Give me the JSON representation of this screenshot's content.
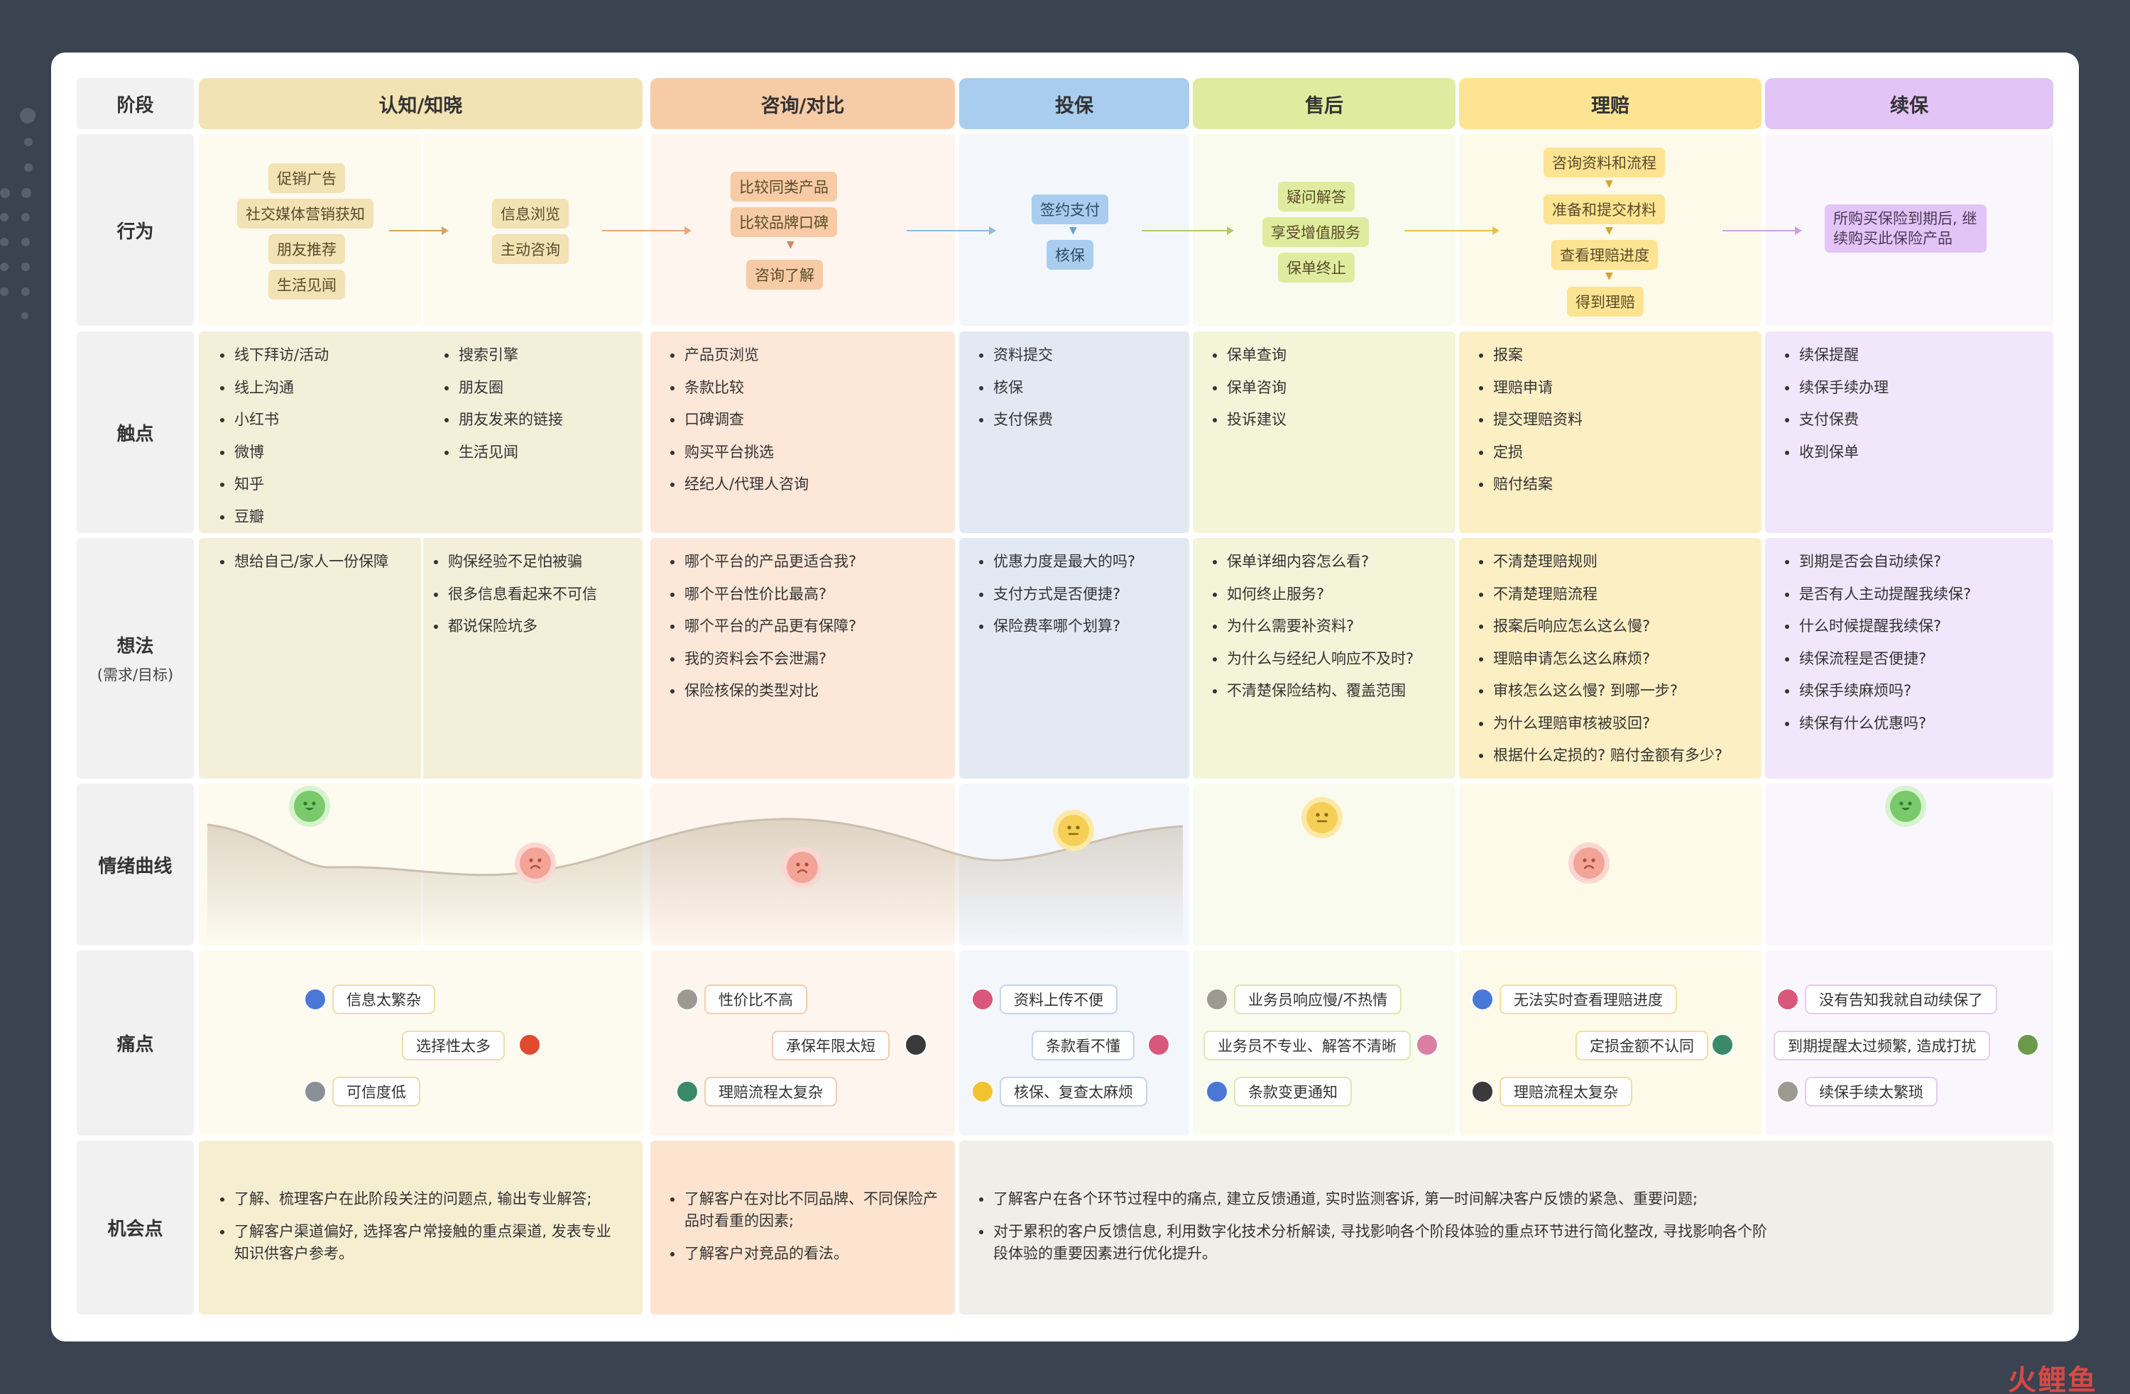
{
  "stages": [
    {
      "id": "awareness",
      "label": "认知/知晓",
      "color": "#f3e2b3",
      "bg": "#fbf6e0"
    },
    {
      "id": "consult",
      "label": "咨询/对比",
      "color": "#f7cba5",
      "bg": "#fde8d8"
    },
    {
      "id": "insure",
      "label": "投保",
      "color": "#a9cdee",
      "bg": "#e2e9f3"
    },
    {
      "id": "aftersale",
      "label": "售后",
      "color": "#dfec9f",
      "bg": "#f2f5d6"
    },
    {
      "id": "claim",
      "label": "理赔",
      "color": "#fde492",
      "bg": "#fcf0c4"
    },
    {
      "id": "renew",
      "label": "续保",
      "color": "#e3c4f6",
      "bg": "#f4e8fb"
    }
  ],
  "rows": {
    "stage": "阶段",
    "behavior": "行为",
    "touchpoint": "触点",
    "thought": "想法",
    "thought_sub": "(需求/目标)",
    "emotion": "情绪曲线",
    "pain": "痛点",
    "opportunity": "机会点"
  },
  "behavior": {
    "a1": [
      "促销广告",
      "社交媒体营销获知",
      "朋友推荐",
      "生活见闻"
    ],
    "a2": [
      "信息浏览",
      "主动咨询"
    ],
    "c": [
      "比较同类产品",
      "比较品牌口碑",
      "咨询了解"
    ],
    "i": [
      "签约支付",
      "核保"
    ],
    "s": [
      "疑问解答",
      "享受增值服务",
      "保单终止"
    ],
    "cl": [
      "咨询资料和流程",
      "准备和提交材料",
      "查看理赔进度",
      "得到理赔"
    ],
    "r": "所购买保险到期后, 继续购买此保险产品"
  },
  "touchpoints": {
    "a1": [
      "线下拜访/活动",
      "线上沟通",
      "小红书",
      "微博",
      "知乎",
      "豆瓣"
    ],
    "a2": [
      "搜索引擎",
      "朋友圈",
      "朋友发来的链接",
      "生活见闻"
    ],
    "c": [
      "产品页浏览",
      "条款比较",
      "口碑调查",
      "购买平台挑选",
      "经纪人/代理人咨询"
    ],
    "i": [
      "资料提交",
      "核保",
      "支付保费"
    ],
    "s": [
      "保单查询",
      "保单咨询",
      "投诉建议"
    ],
    "cl": [
      "报案",
      "理赔申请",
      "提交理赔资料",
      "定损",
      "赔付结案"
    ],
    "r": [
      "续保提醒",
      "续保手续办理",
      "支付保费",
      "收到保单"
    ]
  },
  "thoughts": {
    "a1": [
      "想给自己/家人一份保障"
    ],
    "a2": [
      "购保经验不足怕被骗",
      "很多信息看起来不可信",
      "都说保险坑多"
    ],
    "c": [
      "哪个平台的产品更适合我?",
      "哪个平台性价比最高?",
      "哪个平台的产品更有保障?",
      "我的资料会不会泄漏?",
      "保险核保的类型对比"
    ],
    "i": [
      "优惠力度是最大的吗?",
      "支付方式是否便捷?",
      "保险费率哪个划算?"
    ],
    "s": [
      "保单详细内容怎么看?",
      "如何终止服务?",
      "为什么需要补资料?",
      "为什么与经纪人响应不及时?",
      "不清楚保险结构、覆盖范围"
    ],
    "cl": [
      "不清楚理赔规则",
      "不清楚理赔流程",
      "报案后响应怎么这么慢?",
      "理赔申请怎么这么麻烦?",
      "审核怎么这么慢? 到哪一步?",
      "为什么理赔审核被驳回?",
      "根据什么定损的? 赔付金额有多少?"
    ],
    "r": [
      "到期是否会自动续保?",
      "是否有人主动提醒我续保?",
      "什么时候提醒我续保?",
      "续保流程是否便捷?",
      "续保手续麻烦吗?",
      "续保有什么优惠吗?"
    ]
  },
  "emotion": {
    "points": [
      {
        "mood": "happy",
        "stage": "认知/知晓"
      },
      {
        "mood": "sad",
        "stage": "认知/知晓"
      },
      {
        "mood": "sad",
        "stage": "咨询/对比"
      },
      {
        "mood": "neutral",
        "stage": "投保"
      },
      {
        "mood": "neutral",
        "stage": "售后"
      },
      {
        "mood": "sad",
        "stage": "理赔"
      },
      {
        "mood": "happy",
        "stage": "续保"
      }
    ]
  },
  "pains": {
    "a": [
      "信息太繁杂",
      "选择性太多",
      "可信度低"
    ],
    "c": [
      "性价比不高",
      "承保年限太短",
      "理赔流程太复杂"
    ],
    "i": [
      "资料上传不便",
      "条款看不懂",
      "核保、复查太麻烦"
    ],
    "s": [
      "业务员响应慢/不热情",
      "业务员不专业、解答不清晰",
      "条款变更通知"
    ],
    "cl": [
      "无法实时查看理赔进度",
      "定损金额不认同",
      "理赔流程太复杂"
    ],
    "r": [
      "没有告知我就自动续保了",
      "到期提醒太过频繁, 造成打扰",
      "续保手续太繁琐"
    ]
  },
  "opportunities": {
    "a": [
      "了解、梳理客户在此阶段关注的问题点, 输出专业解答;",
      "了解客户渠道偏好, 选择客户常接触的重点渠道, 发表专业知识供客户参考。"
    ],
    "c": [
      "了解客户在对比不同品牌、不同保险产品时看重的因素;",
      "了解客户对竞品的看法。"
    ],
    "rest": [
      "了解客户在各个环节过程中的痛点, 建立反馈通道, 实时监测客诉, 第一时间解决客户反馈的紧急、重要问题;",
      "对于累积的客户反馈信息, 利用数字化技术分析解读, 寻找影响各个阶段体验的重点环节进行简化整改, 寻找影响各个阶段体验的重要因素进行优化提升。"
    ]
  },
  "watermark": "火鲤鱼"
}
